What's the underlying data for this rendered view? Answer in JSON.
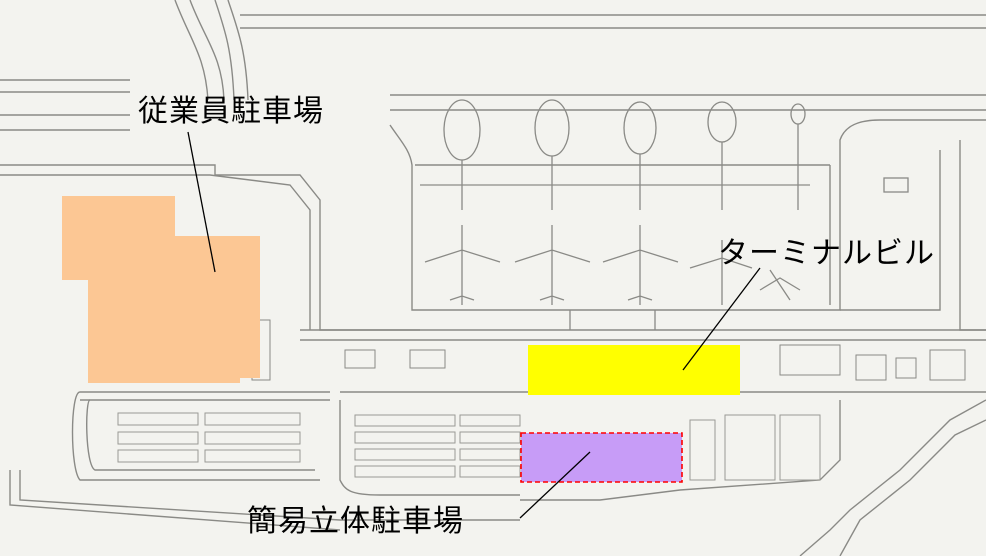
{
  "labels": {
    "staff_parking": "従業員駐車場",
    "terminal_building": "ターミナルビル",
    "simple_multistory_parking": "簡易立体駐車場"
  },
  "colors": {
    "background": "#ffffff",
    "map_paper": "#f1f1ec",
    "map_line": "#8a8a86",
    "staff_parking_fill": "#fcc794",
    "terminal_fill": "#ffff00",
    "multistory_fill": "#c79cf7",
    "multistory_border": "#ff0000"
  },
  "icons": [
    "airplane-icon"
  ]
}
